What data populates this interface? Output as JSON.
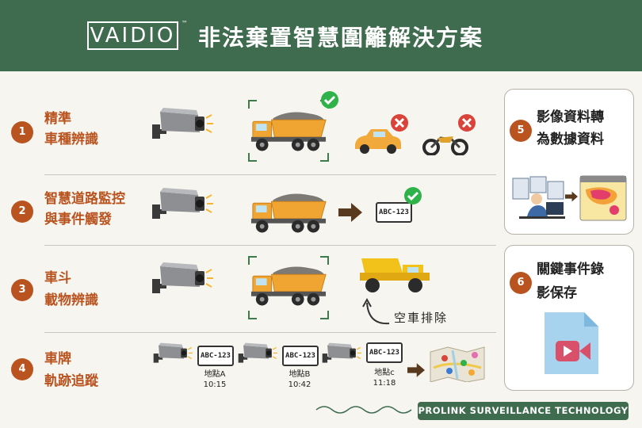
{
  "header": {
    "logo": "VAIDIO",
    "logo_tm": "™",
    "title": "非法棄置智慧圍籬解決方案"
  },
  "rows": [
    {
      "num": "1",
      "label_line1": "精準",
      "label_line2": "車種辨識"
    },
    {
      "num": "2",
      "label_line1": "智慧道路監控",
      "label_line2": "與事件觸發"
    },
    {
      "num": "3",
      "label_line1": "車斗",
      "label_line2": "載物辨識"
    },
    {
      "num": "4",
      "label_line1": "車牌",
      "label_line2": "軌跡追蹤"
    }
  ],
  "row2": {
    "plate": "ABC-123"
  },
  "row3": {
    "empty_text": "空車排除"
  },
  "row4": {
    "stops": [
      {
        "plate": "ABC-123",
        "location": "地點A",
        "time": "10:15"
      },
      {
        "plate": "ABC-123",
        "location": "地點B",
        "time": "10:42"
      },
      {
        "plate": "ABC-123",
        "location": "地點c",
        "time": "11:18"
      }
    ]
  },
  "side": [
    {
      "num": "5",
      "title_line1": "影像資料轉",
      "title_line2": "為數據資料"
    },
    {
      "num": "6",
      "title_line1": "關鍵事件錄",
      "title_line2": "影保存"
    }
  ],
  "footer": {
    "text": "PROLINK SURVEILLANCE TECHNOLOGY"
  },
  "colors": {
    "header_green": "#3f6b4f",
    "accent_orange": "#b9531f",
    "check_green": "#2fb24a",
    "cross_red": "#d9433a"
  }
}
